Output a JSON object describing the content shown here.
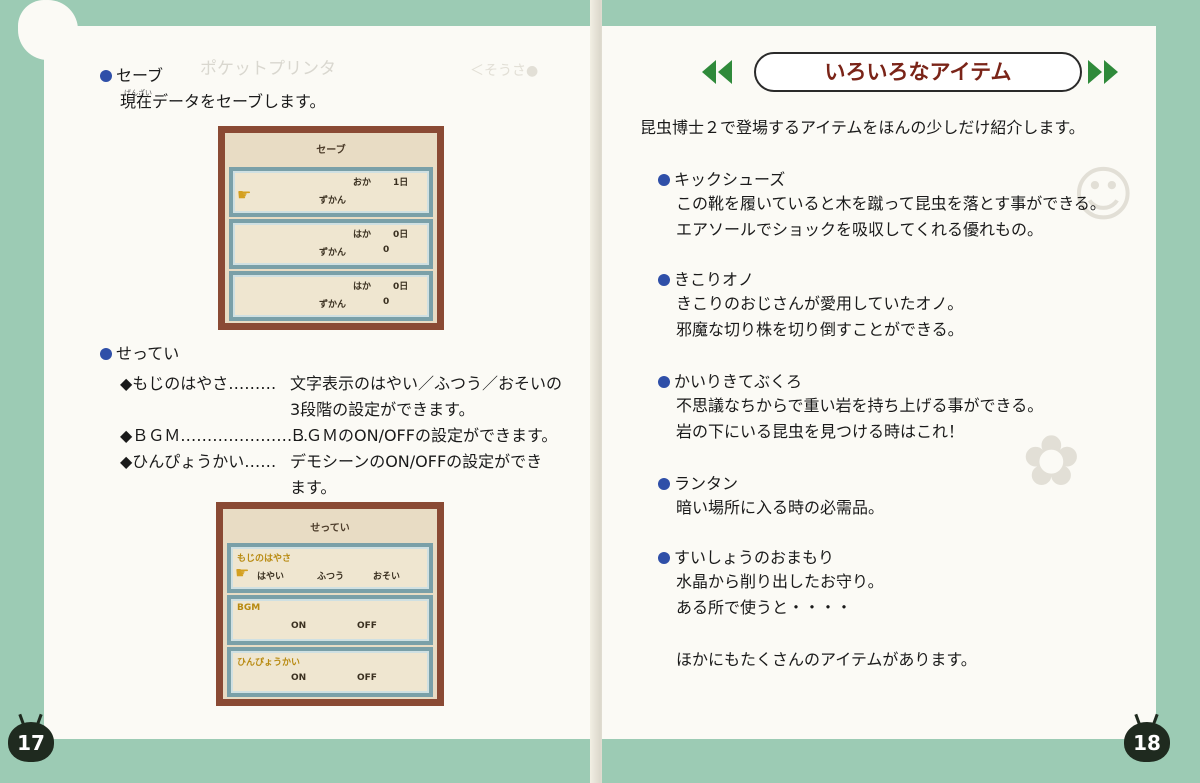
{
  "left_page": {
    "page_number": "17",
    "save": {
      "heading": "セーブ",
      "text": "現在データをセーブします。",
      "ruby_genzai": "げんざい",
      "screen": {
        "title": "セーブ",
        "slot1_label": "おか",
        "slot1_value": "1日",
        "slot1_name": "ずかん",
        "slot2_label": "はか",
        "slot2_value": "0日",
        "slot2_name": "ずかん",
        "slot2_count": "0",
        "slot3_label": "はか",
        "slot3_value": "0日",
        "slot3_name": "ずかん",
        "slot3_count": "0"
      }
    },
    "settings": {
      "heading": "せってい",
      "items": [
        {
          "label": "◆もじのはやさ………",
          "desc": "文字表示のはやい／ふつう／おそいの",
          "desc2": "3段階の設定ができます。"
        },
        {
          "label": "◆ＢＧＭ……………………",
          "desc": "ＢＧＭのON/OFFの設定ができます。"
        },
        {
          "label": "◆ひんぴょうかい……",
          "desc": "デモシーンのON/OFFの設定ができ",
          "desc2": "ます。"
        }
      ],
      "screen": {
        "title": "せってい",
        "speed_label": "もじのはやさ",
        "speed_opt1": "はやい",
        "speed_opt2": "ふつう",
        "speed_opt3": "おそい",
        "bgm_label": "BGM",
        "on": "ON",
        "off": "OFF",
        "review_label": "ひんぴょうかい"
      }
    }
  },
  "right_page": {
    "page_number": "18",
    "title": "いろいろなアイテム",
    "intro": "昆虫博士２で登場するアイテムをほんの少しだけ紹介します。",
    "items": [
      {
        "name": "キックシューズ",
        "line1": "この靴を履いていると木を蹴って昆虫を落とす事ができる。",
        "line2": "エアソールでショックを吸収してくれる優れもの。"
      },
      {
        "name": "きこりオノ",
        "line1": "きこりのおじさんが愛用していたオノ。",
        "line2": "邪魔な切り株を切り倒すことができる。"
      },
      {
        "name": "かいりきてぶくろ",
        "line1": "不思議なちからで重い岩を持ち上げる事ができる。",
        "line2": "岩の下にいる昆虫を見つける時はこれ！"
      },
      {
        "name": "ランタン",
        "line1": "暗い場所に入る時の必需品。",
        "line2": ""
      },
      {
        "name": "すいしょうのおまもり",
        "line1": "水晶から削り出したお守り。",
        "line2": "ある所で使うと・・・・"
      }
    ],
    "footer": "ほかにもたくさんのアイテムがあります。"
  },
  "colors": {
    "frame": "#9ccbb4",
    "bullet": "#2f4fa8",
    "title_text": "#7a2418",
    "arrow": "#2f8a3a"
  }
}
